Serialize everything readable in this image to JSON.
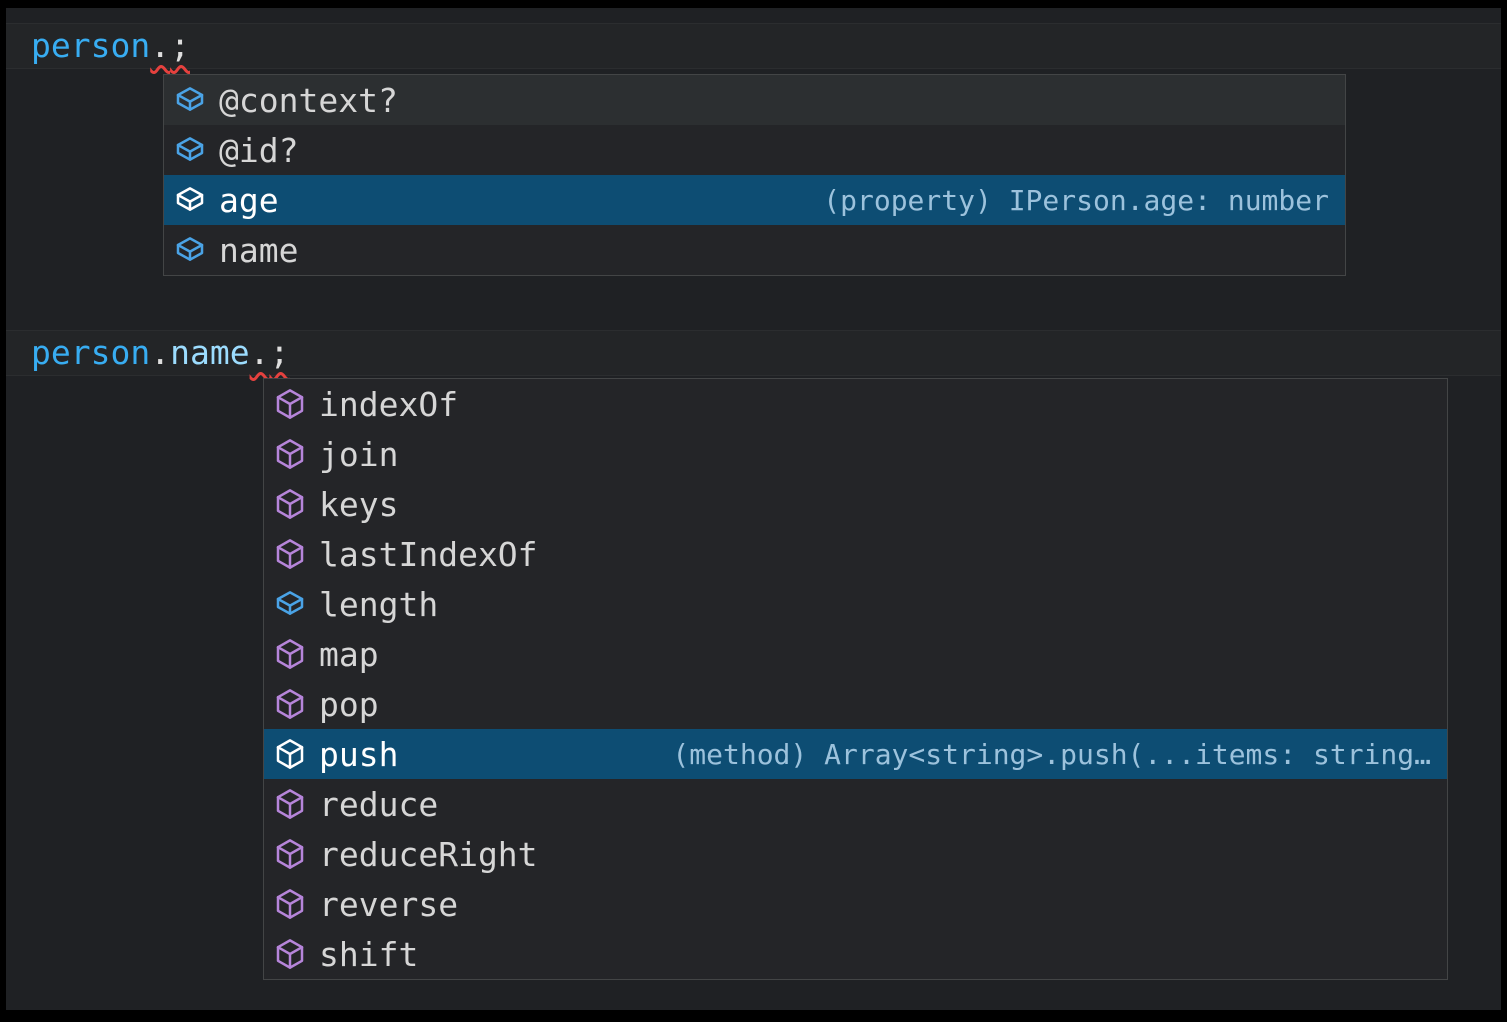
{
  "app": "code-editor-intellisense",
  "colors": {
    "editor_background": "#1f2124",
    "line_highlight": "#232527",
    "popup_background": "#242528",
    "popup_border": "#434546",
    "selected_row": "#0d4d73",
    "hover_row": "#2c2f31",
    "label_text": "#d6d6d6",
    "selected_text": "#ffffff",
    "detail_text": "#9cc2dc",
    "field_icon_blue": "#4aa3e6",
    "method_icon_purple": "#b685da",
    "variable_blue": "#38adf2",
    "property_blue": "#9cdcfe",
    "error_squiggle_red": "#e5413e"
  },
  "code_lines": [
    {
      "text": "person.;",
      "tokens": [
        {
          "text": "person",
          "type": "variable",
          "error": false
        },
        {
          "text": ".",
          "type": "punctuation",
          "error": true
        },
        {
          "text": ";",
          "type": "punctuation",
          "error": true
        }
      ]
    },
    {
      "text": "person.name.;",
      "tokens": [
        {
          "text": "person",
          "type": "variable",
          "error": false
        },
        {
          "text": ".",
          "type": "punctuation",
          "error": false
        },
        {
          "text": "name",
          "type": "property",
          "error": false
        },
        {
          "text": ".",
          "type": "punctuation",
          "error": true
        },
        {
          "text": ";",
          "type": "punctuation",
          "error": true
        }
      ]
    }
  ],
  "suggest_widgets": [
    {
      "name": "person-member-suggestions",
      "items": [
        {
          "label": "@context?",
          "kind": "field",
          "state": "hover",
          "detail": ""
        },
        {
          "label": "@id?",
          "kind": "field",
          "state": "normal",
          "detail": ""
        },
        {
          "label": "age",
          "kind": "field",
          "state": "selected",
          "detail": "(property) IPerson.age: number"
        },
        {
          "label": "name",
          "kind": "field",
          "state": "normal",
          "detail": ""
        }
      ]
    },
    {
      "name": "string-member-suggestions",
      "items": [
        {
          "label": "indexOf",
          "kind": "method",
          "state": "normal",
          "detail": ""
        },
        {
          "label": "join",
          "kind": "method",
          "state": "normal",
          "detail": ""
        },
        {
          "label": "keys",
          "kind": "method",
          "state": "normal",
          "detail": ""
        },
        {
          "label": "lastIndexOf",
          "kind": "method",
          "state": "normal",
          "detail": ""
        },
        {
          "label": "length",
          "kind": "field",
          "state": "normal",
          "detail": ""
        },
        {
          "label": "map",
          "kind": "method",
          "state": "normal",
          "detail": ""
        },
        {
          "label": "pop",
          "kind": "method",
          "state": "normal",
          "detail": ""
        },
        {
          "label": "push",
          "kind": "method",
          "state": "selected",
          "detail": "(method) Array<string>.push(...items: string…"
        },
        {
          "label": "reduce",
          "kind": "method",
          "state": "normal",
          "detail": ""
        },
        {
          "label": "reduceRight",
          "kind": "method",
          "state": "normal",
          "detail": ""
        },
        {
          "label": "reverse",
          "kind": "method",
          "state": "normal",
          "detail": ""
        },
        {
          "label": "shift",
          "kind": "method",
          "state": "normal",
          "detail": ""
        }
      ]
    }
  ]
}
